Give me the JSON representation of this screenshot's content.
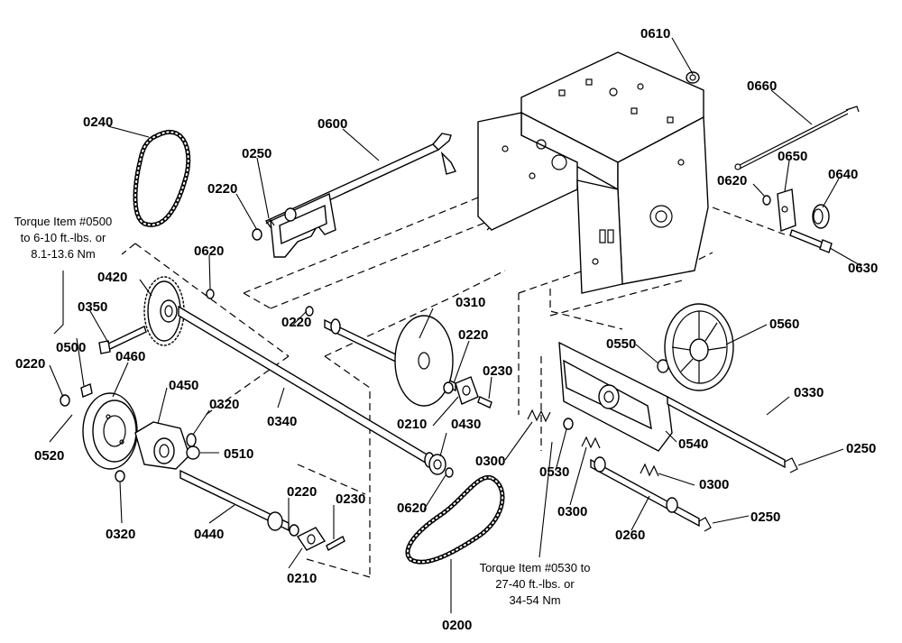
{
  "callouts": [
    {
      "id": "c0610",
      "text": "0610"
    },
    {
      "id": "c0660",
      "text": "0660"
    },
    {
      "id": "c0240",
      "text": "0240"
    },
    {
      "id": "c0600",
      "text": "0600"
    },
    {
      "id": "c0250a",
      "text": "0250"
    },
    {
      "id": "c0220a",
      "text": "0220"
    },
    {
      "id": "c0650",
      "text": "0650"
    },
    {
      "id": "c0640",
      "text": "0640"
    },
    {
      "id": "c0620a",
      "text": "0620"
    },
    {
      "id": "c0630",
      "text": "0630"
    },
    {
      "id": "c0620b",
      "text": "0620"
    },
    {
      "id": "c0420",
      "text": "0420"
    },
    {
      "id": "c0350",
      "text": "0350"
    },
    {
      "id": "c0500",
      "text": "0500"
    },
    {
      "id": "c0220b",
      "text": "0220"
    },
    {
      "id": "c0460",
      "text": "0460"
    },
    {
      "id": "c0450",
      "text": "0450"
    },
    {
      "id": "c0520",
      "text": "0520"
    },
    {
      "id": "c0320a",
      "text": "0320"
    },
    {
      "id": "c0510",
      "text": "0510"
    },
    {
      "id": "c0340",
      "text": "0340"
    },
    {
      "id": "c0320b",
      "text": "0320"
    },
    {
      "id": "c0440",
      "text": "0440"
    },
    {
      "id": "c0220c",
      "text": "0220"
    },
    {
      "id": "c0230a",
      "text": "0230"
    },
    {
      "id": "c0210a",
      "text": "0210"
    },
    {
      "id": "c0220d",
      "text": "0220"
    },
    {
      "id": "c0310",
      "text": "0310"
    },
    {
      "id": "c0220e",
      "text": "0220"
    },
    {
      "id": "c0230b",
      "text": "0230"
    },
    {
      "id": "c0210b",
      "text": "0210"
    },
    {
      "id": "c0430",
      "text": "0430"
    },
    {
      "id": "c0620c",
      "text": "0620"
    },
    {
      "id": "c0300a",
      "text": "0300"
    },
    {
      "id": "c0550",
      "text": "0550"
    },
    {
      "id": "c0560",
      "text": "0560"
    },
    {
      "id": "c0330",
      "text": "0330"
    },
    {
      "id": "c0540",
      "text": "0540"
    },
    {
      "id": "c0250b",
      "text": "0250"
    },
    {
      "id": "c0530",
      "text": "0530"
    },
    {
      "id": "c0300b",
      "text": "0300"
    },
    {
      "id": "c0300c",
      "text": "0300"
    },
    {
      "id": "c0260",
      "text": "0260"
    },
    {
      "id": "c0250c",
      "text": "0250"
    },
    {
      "id": "c0200",
      "text": "0200"
    }
  ],
  "notes": {
    "torque_0500": [
      "Torque Item #0500",
      "to 6-10 ft.-lbs. or",
      "8.1-13.6 Nm"
    ],
    "torque_0530": [
      "Torque Item #0530 to",
      "27-40 ft.-lbs. or",
      "34-54 Nm"
    ]
  }
}
